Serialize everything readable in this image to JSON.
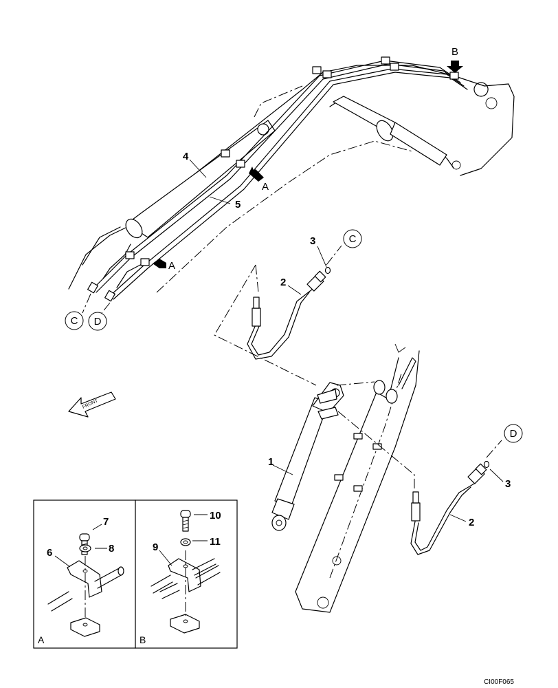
{
  "diagram": {
    "image_code": "CI00F065",
    "front_label": "FRONT",
    "section_markers": {
      "a": "A",
      "b": "B"
    },
    "callouts": {
      "c": "C",
      "d": "D"
    },
    "parts": {
      "p1": "1",
      "p2": "2",
      "p3": "3",
      "p4": "4",
      "p5": "5",
      "p6": "6",
      "p7": "7",
      "p8": "8",
      "p9": "9",
      "p10": "10",
      "p11": "11"
    },
    "detail_views": {
      "a": "A",
      "b": "B"
    }
  }
}
